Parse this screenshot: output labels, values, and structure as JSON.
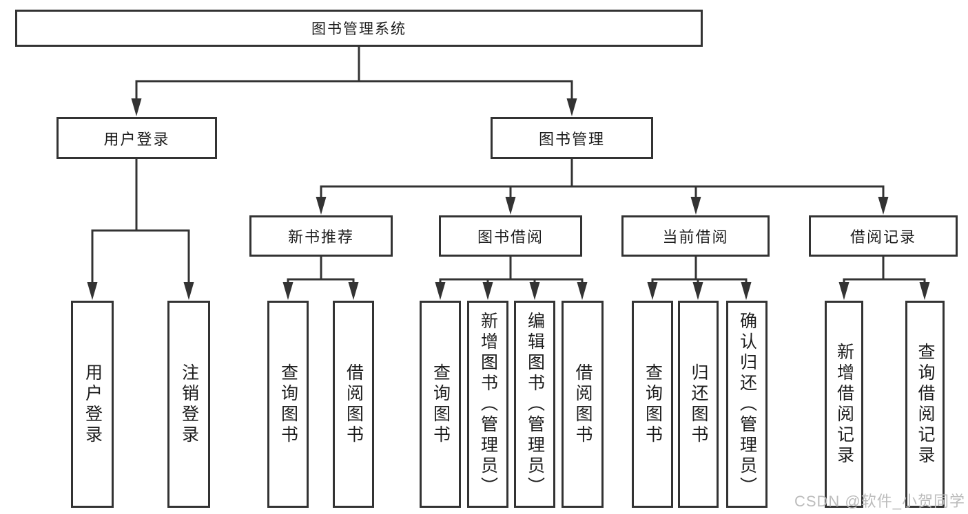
{
  "colors": {
    "line": "#333333",
    "text": "#1c1c1c",
    "page_background": "#ffffff",
    "watermark": "#bcbcbc"
  },
  "tree": {
    "root": "图书管理系统",
    "level2": {
      "user_login": "用户登录",
      "book_management": "图书管理"
    },
    "level3": {
      "new_book_recommend": "新书推荐",
      "book_borrow": "图书借阅",
      "current_borrow": "当前借阅",
      "borrow_records": "借阅记录"
    },
    "leaves": {
      "user_login": "用户登录",
      "logout": "注销登录",
      "recommend_query_books": "查询图书",
      "recommend_borrow_books": "借阅图书",
      "borrow_query_books": "查询图书",
      "borrow_add_books_admin": "新增图书（管理员）",
      "borrow_edit_books_admin": "编辑图书（管理员）",
      "borrow_borrow_books": "借阅图书",
      "current_query_books": "查询图书",
      "current_return_books": "归还图书",
      "current_confirm_return_admin": "确认归还（管理员）",
      "records_add_borrow_record": "新增借阅记录",
      "records_query_borrow_record": "查询借阅记录"
    }
  },
  "watermark": {
    "text": "CSDN @软件_小贺同学"
  }
}
